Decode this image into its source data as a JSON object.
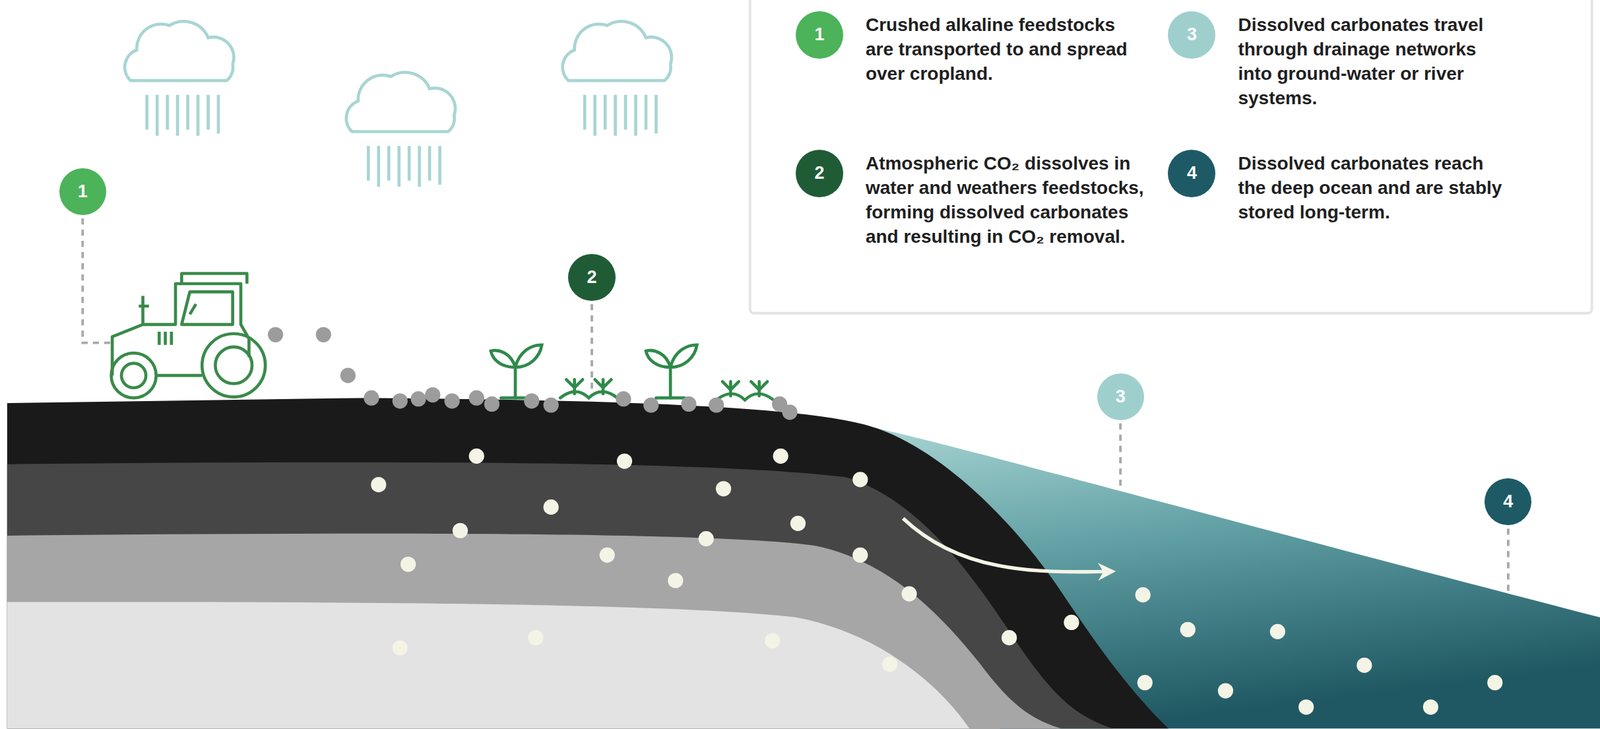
{
  "diagram": {
    "nodes": [
      {
        "text": [
          "1"
        ]
      },
      {
        "text": [
          "2"
        ]
      },
      {
        "text": [
          "3"
        ]
      },
      {
        "text": [
          "4"
        ]
      }
    ],
    "labels": [
      "1",
      "2",
      "3",
      "4"
    ],
    "legend": [
      {
        "text": "Crushed alkaline feedstocks are transported to and spread over cropland.",
        "color": "#4cb35a"
      },
      {
        "text": "Atmospheric CO₂ dissolves in water and weathers feedstocks, forming dissolved carbonates and resulting in CO₂ removal.",
        "color": "#1f5c36"
      },
      {
        "text": "Dissolved carbonates travel through drainage networks into ground-water or river systems.",
        "color": "#9fcfcd"
      },
      {
        "text": "Dissolved carbonates reach the deep ocean and are stably stored long-term.",
        "color": "#1e5a66"
      }
    ]
  }
}
